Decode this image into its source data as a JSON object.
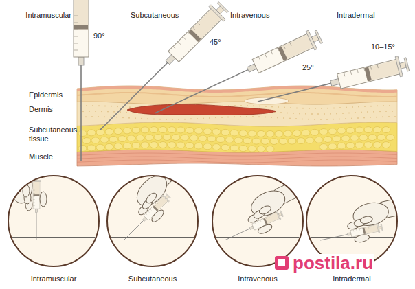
{
  "diagram": {
    "labels": [
      "Intramuscular",
      "90°",
      "Subcutaneous",
      "45°",
      "Intravenous",
      "25°",
      "Intradermal",
      "10–15°",
      "Epidermis",
      "Dermis",
      "Subcutaneous tissue",
      "Muscle",
      "Intramuscular",
      "Subcutaneous",
      "Intravenous",
      "Intradermal",
      "postila.ru"
    ]
  }
}
